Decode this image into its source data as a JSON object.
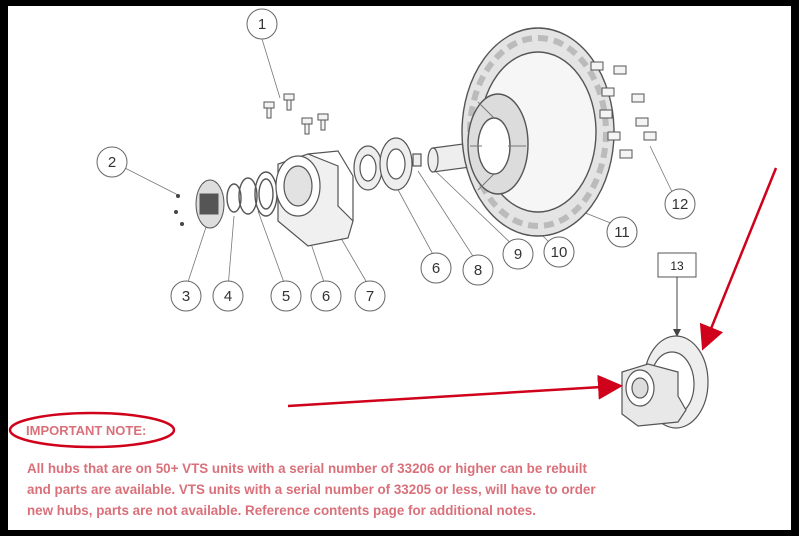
{
  "callouts": [
    "1",
    "2",
    "3",
    "4",
    "5",
    "6",
    "7",
    "6",
    "8",
    "9",
    "10",
    "11",
    "12"
  ],
  "callout_13": "13",
  "note": {
    "heading": "IMPORTANT NOTE:",
    "line1": "All hubs that are on 50+ VTS units with a serial number of 33206 or higher can be rebuilt",
    "line2": "and parts are available. VTS units with a serial number of 33205 or less, will have to order",
    "line3": "new hubs, parts are not available. Reference contents page for additional notes."
  },
  "colors": {
    "note_text": "#d9707a",
    "arrow": "#d0021b",
    "circle": "#d0021b",
    "line_art": "#555555"
  }
}
